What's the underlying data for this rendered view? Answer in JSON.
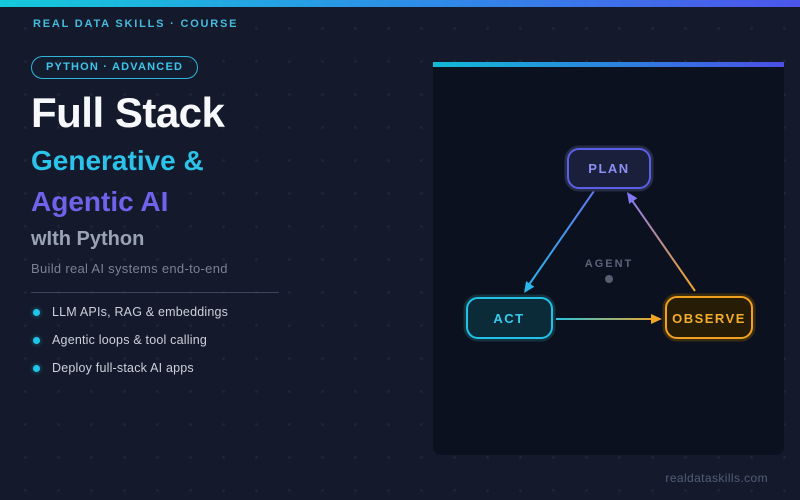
{
  "header": {
    "eyebrow": "REAL DATA SKILLS · COURSE"
  },
  "hero": {
    "badge": "PYTHON · ADVANCED",
    "title": "Full Stack",
    "accent_line1": "Generative &",
    "accent_line2": "Agentic AI",
    "subheading": "wIth Python",
    "tagline": "Build real AI systems end-to-end",
    "bullets": [
      "LLM APIs, RAG & embeddings",
      "Agentic loops & tool calling",
      "Deploy full-stack AI apps"
    ]
  },
  "diagram": {
    "center_label": "AGENT",
    "nodes": {
      "plan": {
        "label": "PLAN",
        "color": "#5b5fe8"
      },
      "act": {
        "label": "ACT",
        "color": "#22c2e8"
      },
      "observe": {
        "label": "OBSERVE",
        "color": "#f0a11f"
      }
    },
    "edges": [
      {
        "from": "PLAN",
        "to": "ACT"
      },
      {
        "from": "ACT",
        "to": "OBSERVE"
      },
      {
        "from": "OBSERVE",
        "to": "PLAN"
      }
    ]
  },
  "footer": {
    "url": "realdataskills.com"
  },
  "colors": {
    "background": "#141a2b",
    "panel_background": "#0c1120",
    "accent_cyan": "#2cc3ea",
    "accent_purple": "#6f63eb",
    "accent_amber": "#f0a11f",
    "top_strip_gradient": [
      "#14c9da",
      "#2f8ae8",
      "#4d55ec"
    ]
  }
}
